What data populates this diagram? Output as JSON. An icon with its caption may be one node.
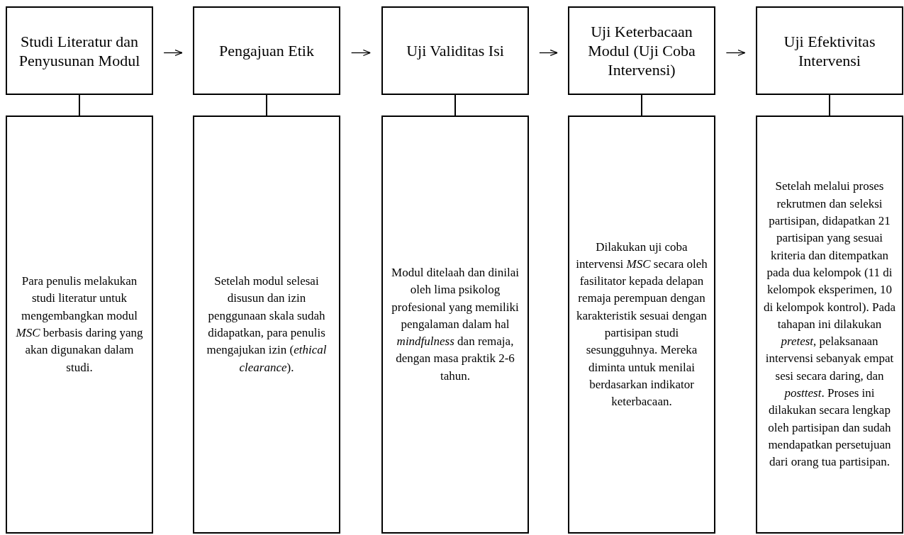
{
  "diagram": {
    "nodes": [
      {
        "text": [
          "Studi Literatur dan Penyusunan Modul"
        ]
      },
      {
        "text": [
          "Pengajuan Etik"
        ]
      },
      {
        "text": [
          "Uji Validitas Isi"
        ]
      },
      {
        "text": [
          "Uji Keterbacaan Modul (Uji Coba Intervensi)"
        ]
      },
      {
        "text": [
          "Uji Efektivitas Intervensi"
        ]
      },
      {
        "text": [
          "Para penulis melakukan studi literatur untuk mengembangkan modul *MSC* berbasis daring yang akan digunakan dalam studi."
        ]
      },
      {
        "text": [
          "Setelah modul selesai disusun dan izin penggunaan skala sudah didapatkan, para penulis mengajukan izin (*ethical clearance*)."
        ]
      },
      {
        "text": [
          "Modul ditelaah dan dinilai oleh lima psikolog profesional yang memiliki pengalaman dalam hal *mindfulness* dan remaja, dengan masa praktik 2-6 tahun."
        ]
      },
      {
        "text": [
          "Dilakukan uji coba intervensi *MSC* secara oleh fasilitator kepada delapan remaja perempuan dengan karakteristik sesuai dengan partisipan studi sesungguhnya. Mereka diminta untuk menilai berdasarkan indikator keterbacaan."
        ]
      },
      {
        "text": [
          "Setelah melalui proses rekrutmen dan seleksi partisipan, didapatkan 21 partisipan yang sesuai kriteria dan ditempatkan pada dua kelompok (11 di kelompok eksperimen, 10 di kelompok kontrol). Pada tahapan ini dilakukan *pretest*, pelaksanaan intervensi sebanyak empat sesi secara daring, dan *posttest*. Proses ini dilakukan secara lengkap oleh partisipan dan sudah mendapatkan persetujuan dari orang tua partisipan."
        ]
      }
    ],
    "edges": [
      {
        "from": 0,
        "to": 1,
        "arrow": "to"
      },
      {
        "from": 1,
        "to": 2,
        "arrow": "to"
      },
      {
        "from": 2,
        "to": 3,
        "arrow": "to"
      },
      {
        "from": 3,
        "to": 4,
        "arrow": "to"
      },
      {
        "from": 0,
        "to": 5,
        "arrow": "none"
      },
      {
        "from": 1,
        "to": 6,
        "arrow": "none"
      },
      {
        "from": 2,
        "to": 7,
        "arrow": "none"
      },
      {
        "from": 3,
        "to": 8,
        "arrow": "none"
      },
      {
        "from": 4,
        "to": 9,
        "arrow": "none"
      }
    ]
  }
}
